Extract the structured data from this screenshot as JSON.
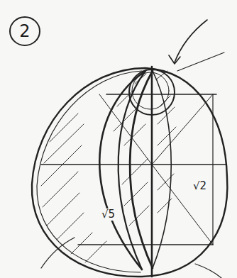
{
  "diagram": {
    "nodes": [
      {
        "text": [
          "2"
        ]
      }
    ],
    "labels": [
      "√2",
      "√5"
    ]
  }
}
